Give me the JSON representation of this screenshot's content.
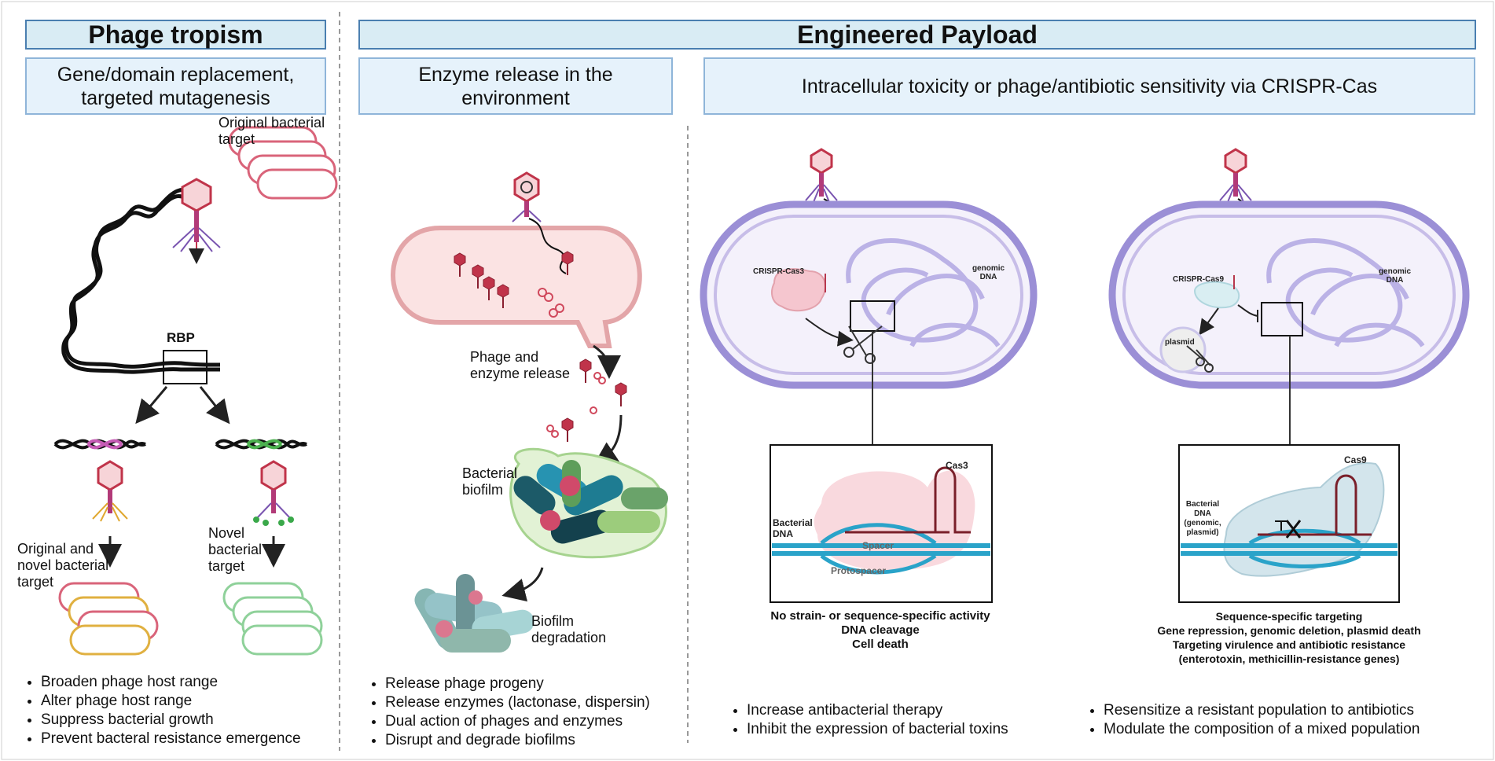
{
  "headers": {
    "tropism": "Phage tropism",
    "payload": "Engineered Payload"
  },
  "subheaders": {
    "gene": "Gene/domain replacement, targeted mutagenesis",
    "enzyme": "Enzyme release in the environment",
    "crispr": "Intracellular toxicity or phage/antibiotic sensitivity via CRISPR-Cas"
  },
  "labels": {
    "original_target": "Original bacterial target",
    "rbp": "RBP",
    "original_novel": "Original and novel bacterial target",
    "novel": "Novel bacterial target",
    "phage_enzyme_release": "Phage and enzyme release",
    "bacterial_biofilm": "Bacterial biofilm",
    "biofilm_degradation": "Biofilm degradation",
    "crispr_cas3": "CRISPR-Cas3",
    "genomic_dna_1": "genomic DNA",
    "crispr_cas9": "CRISPR-Cas9",
    "genomic_dna_2": "genomic DNA",
    "plasmid": "plasmid",
    "cas3": "Cas3",
    "bacterial_dna_1": "Bacterial DNA",
    "spacer": "Spacer",
    "protospacer": "Protospacer",
    "cas9": "Cas9",
    "bacterial_dna_2": "Bacterial DNA (genomic, plasmid)"
  },
  "captions": {
    "cas3": [
      "No strain- or sequence-specific activity",
      "DNA cleavage",
      "Cell death"
    ],
    "cas9": [
      "Sequence-specific targeting",
      "Gene repression, genomic deletion, plasmid death",
      "Targeting virulence and antibiotic resistance",
      "(enterotoxin, methicillin-resistance genes)"
    ]
  },
  "bullets": {
    "tropism": [
      "Broaden phage host range",
      "Alter phage host range",
      "Suppress bacterial growth",
      "Prevent bacteral resistance emergence"
    ],
    "enzyme": [
      "Release phage progeny",
      "Release enzymes (lactonase, dispersin)",
      "Dual action of phages and enzymes",
      "Disrupt and degrade biofilms"
    ],
    "cas3": [
      "Increase antibacterial therapy",
      "Inhibit the expression of bacterial toxins"
    ],
    "cas9": [
      "Resensitize a resistant population to antibiotics",
      "Modulate the composition of a mixed population"
    ]
  },
  "colors": {
    "header_fill": "#d9ecf4",
    "header_border": "#4a7fb0",
    "cell_purple": "#9b8fd6",
    "phage_red": "#c0344a",
    "dna_blue": "#2aa3c9"
  }
}
